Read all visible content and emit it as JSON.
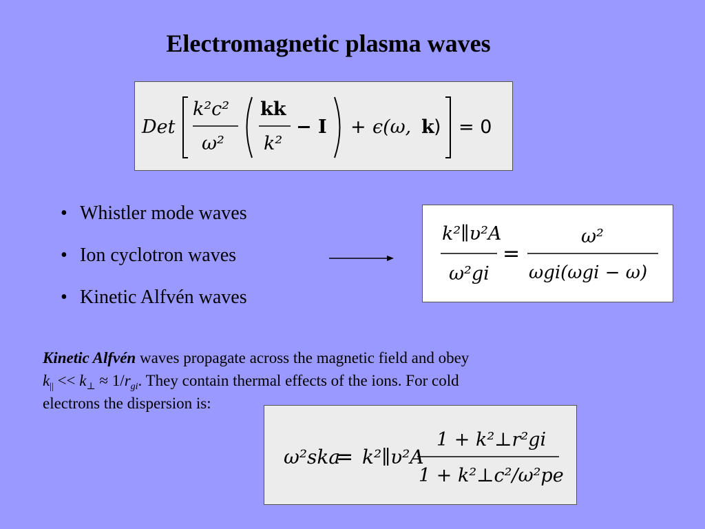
{
  "slide": {
    "title": "Electromagnetic plasma waves",
    "bullets": [
      "Whistler mode waves",
      "Ion cyclotron waves",
      "Kinetic Alfvén waves"
    ],
    "paragraph": {
      "keyword": "Kinetic Alfvén",
      "line1_rest": " waves propagate across the magnetic field and obey",
      "k": "k",
      "par_sub": "||",
      "lt": " << ",
      "perp_sub": "⊥",
      "approx": " ≈ 1/",
      "r": "r",
      "gi_sub": "gi",
      "line2_rest": ". They contain thermal effects of the ions. For cold",
      "line3": "electrons the dispersion is:"
    },
    "equations": {
      "main": {
        "det": "Det",
        "k2c2": "k²c²",
        "omega2": "ω²",
        "kk": "kk",
        "k2": "k²",
        "minus_I": "− I",
        "plus": "+",
        "eps": "ϵ(ω, ",
        "k_bold": "k",
        "close": ")",
        "eq_zero": "= 0"
      },
      "ion_cyclotron": {
        "lhs_num": "k²∥υ²A",
        "lhs_den": "ω²gi",
        "eq": "=",
        "rhs_num": "ω²",
        "rhs_den": "ωgi(ωgi − ω)"
      },
      "kaw": {
        "lhs": "ω²ska",
        "eq": "=",
        "coef": "k²∥υ²A",
        "num": "1 + k²⊥r²gi",
        "den": "1 + k²⊥c²/ω²pe"
      }
    }
  }
}
